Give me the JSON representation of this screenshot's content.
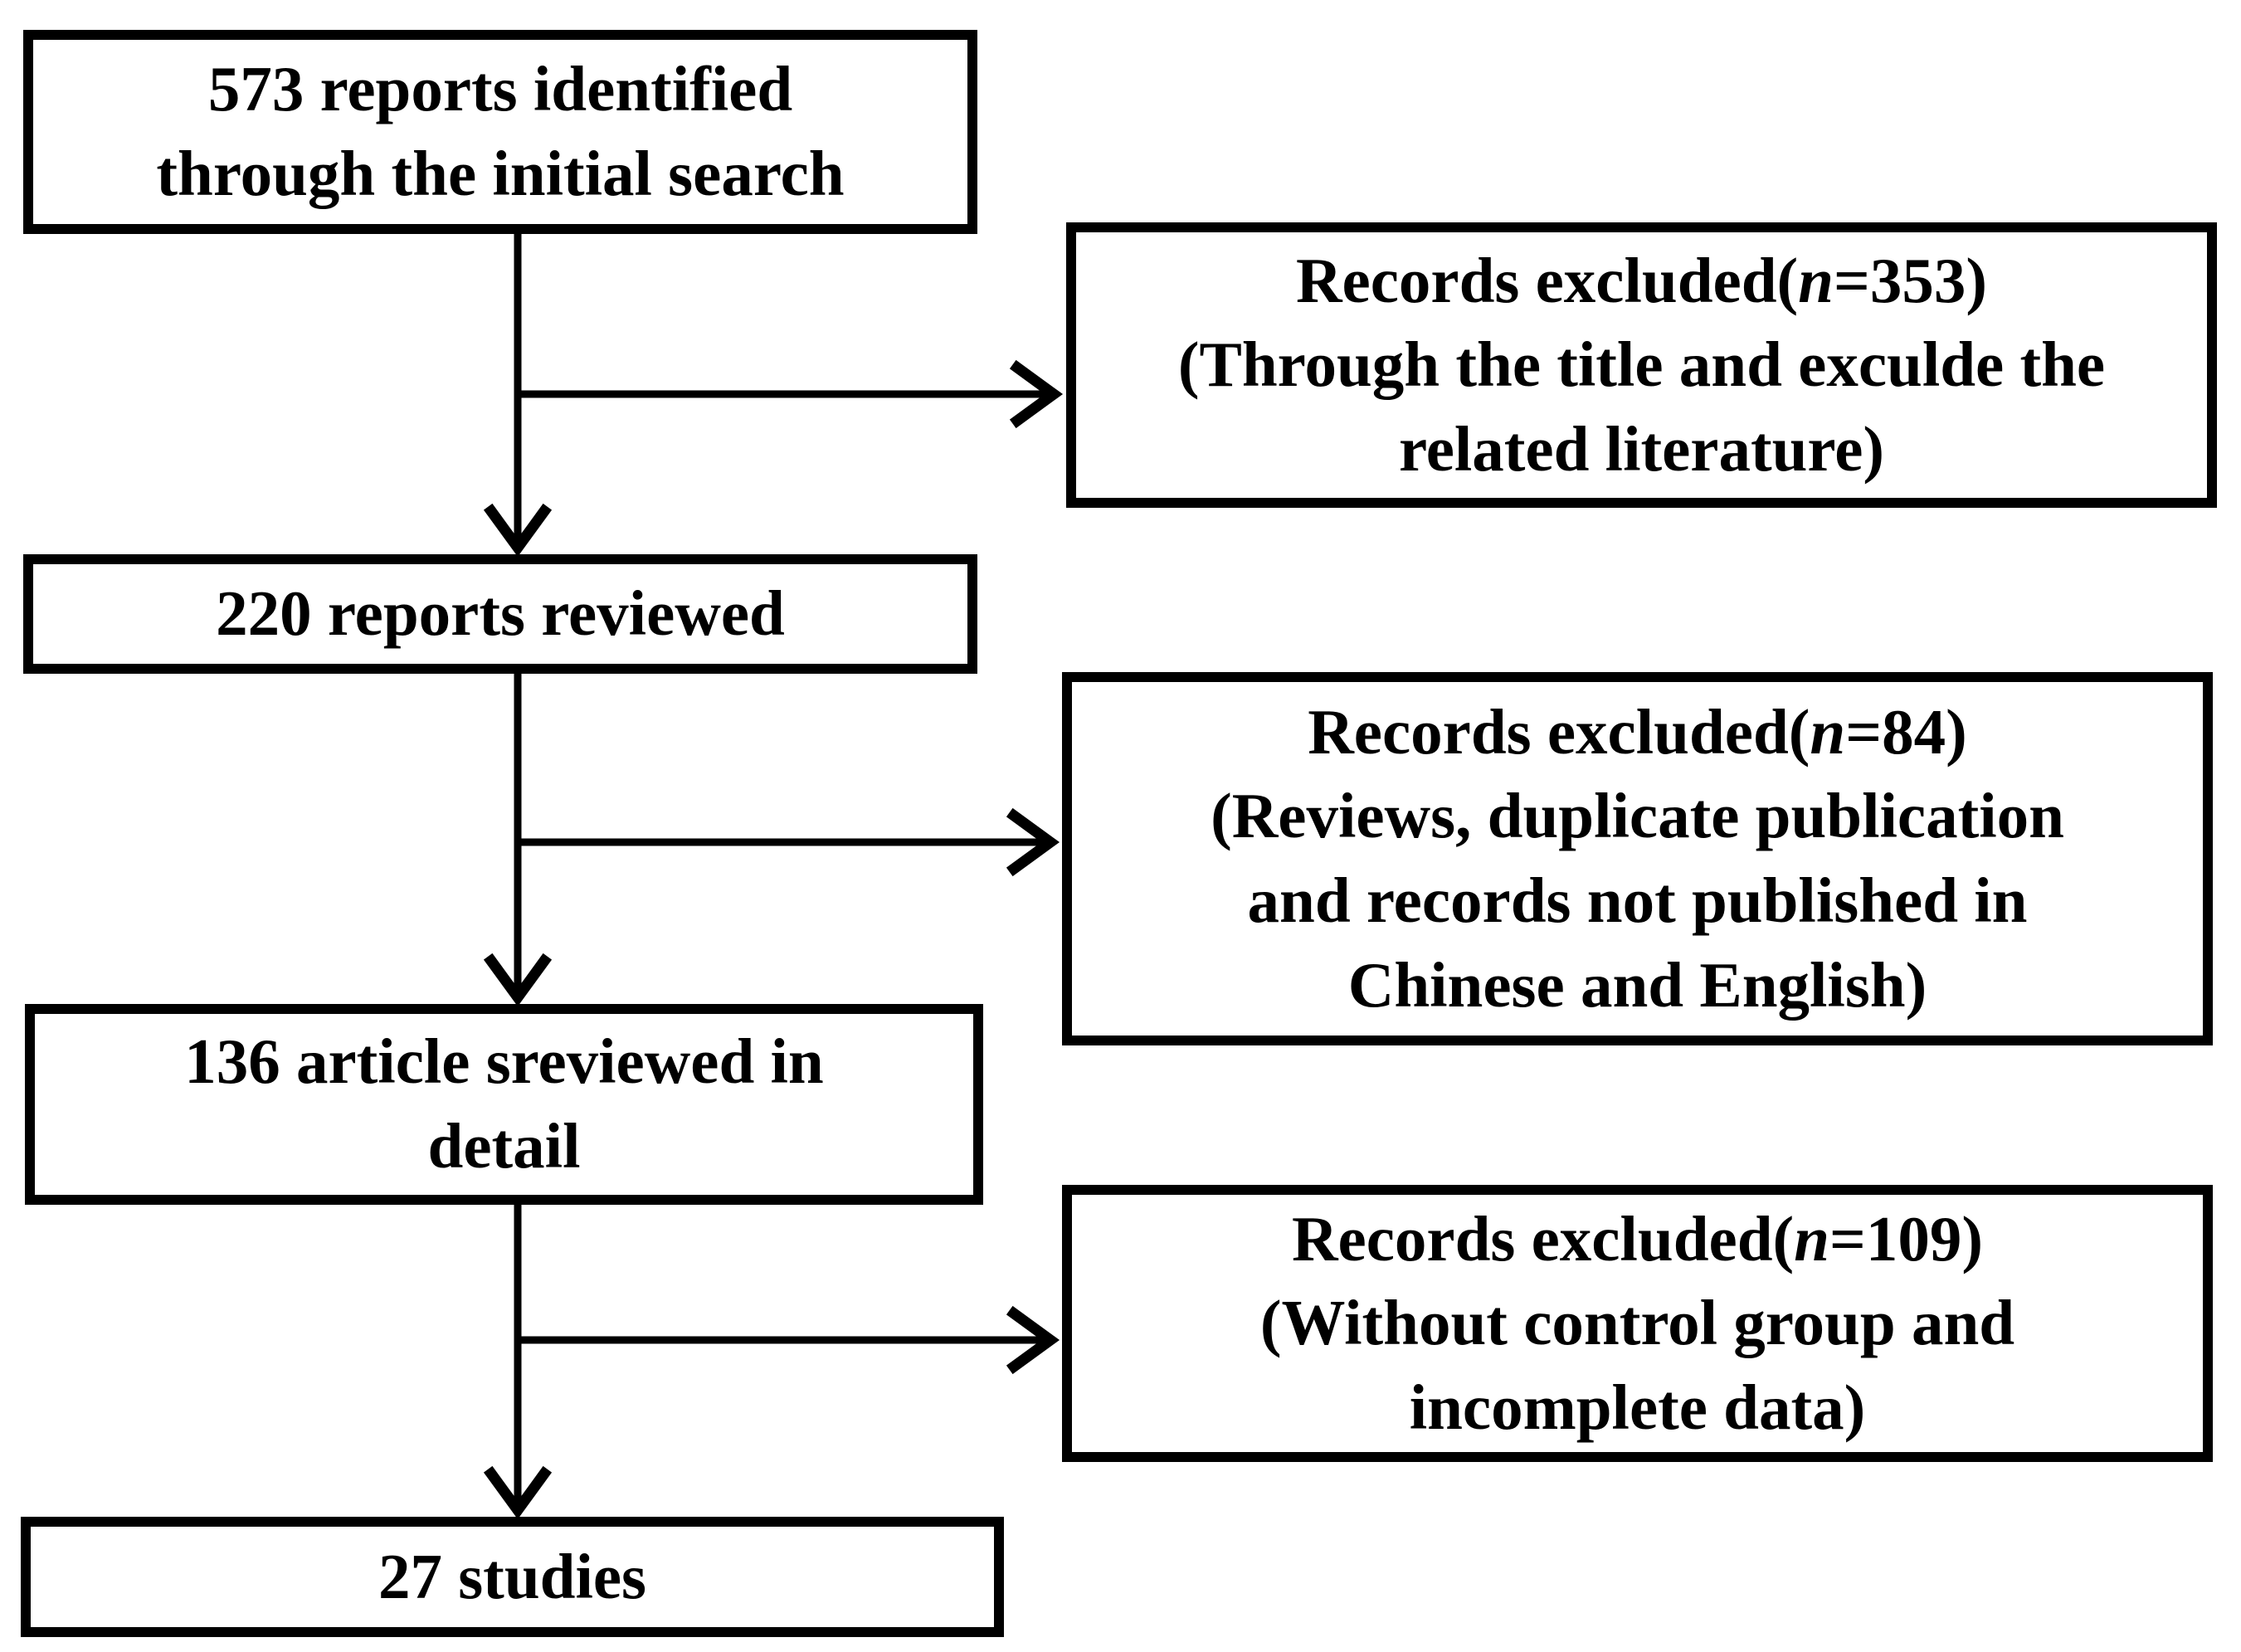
{
  "colors": {
    "ink": "#000000",
    "paper": "#ffffff"
  },
  "boxes": {
    "identified": {
      "line1": "573 reports identified",
      "line2": "through the initial search"
    },
    "reviewed": {
      "line1": "220 reports reviewed"
    },
    "detail": {
      "line1": "136 article sreviewed in",
      "line2": "detail"
    },
    "included": {
      "line1": "27 studies"
    },
    "excluded1": {
      "prefix": "Records excluded(",
      "n": "n",
      "count": "=353)",
      "line2": "(Through the title and exculde the",
      "line3": "related literature)"
    },
    "excluded2": {
      "prefix": "Records excluded(",
      "n": "n",
      "count": "=84)",
      "line2": "(Reviews, duplicate publication",
      "line3": "and records not published in",
      "line4": "Chinese and English)"
    },
    "excluded3": {
      "prefix": "Records excluded(",
      "n": "n",
      "count": "=109)",
      "line2": "(Without control group and",
      "line3": "incomplete data)"
    }
  }
}
